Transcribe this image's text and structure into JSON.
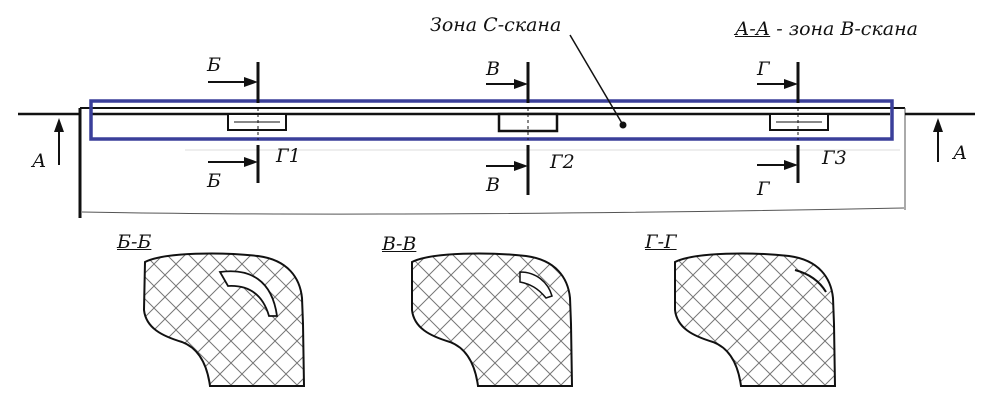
{
  "labels": {
    "zone_c": "Зона С-скана",
    "section_title_a": "А-А",
    "section_title_rest": " - зона В-скана",
    "cut_a": "А",
    "cut_b": "Б",
    "cut_v": "В",
    "cut_g": "Г",
    "defect_1": "Г1",
    "defect_2": "Г2",
    "defect_3": "Г3",
    "section_b": "Б-Б",
    "section_v": "В-В",
    "section_g": "Г-Г"
  },
  "colors": {
    "scan_zone": "#3a3f9a",
    "line": "#111111",
    "hatch": "#666666"
  }
}
